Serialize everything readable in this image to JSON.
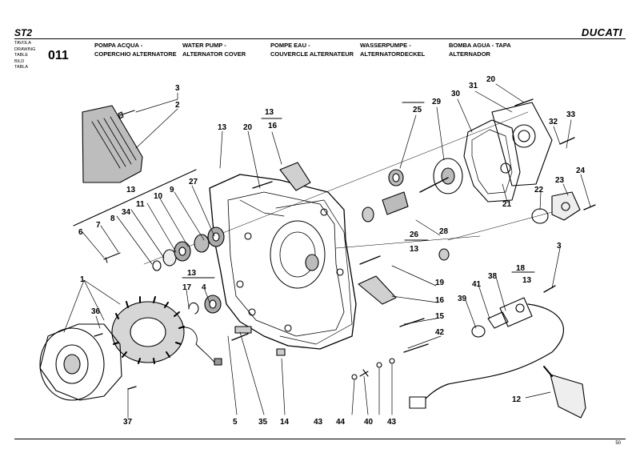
{
  "header": {
    "model": "ST2",
    "brand": "DUCATI",
    "label_lines": [
      "TAVOLA",
      "DRAWING",
      "TABLE",
      "BILD",
      "TABLA"
    ],
    "table_number": "011",
    "titles": [
      "POMPA ACQUA -\nCOPERCHIO ALTERNATORE",
      "WATER PUMP -\nALTERNATOR COVER",
      "POMPE EAU -\nCOUVERCLE ALTERNATEUR",
      "WASSERPUMPE -\nALTERNATORDECKEL",
      "BOMBA AGUA - TAPA\nALTERNADOR"
    ]
  },
  "callouts": [
    "3",
    "2",
    "13",
    "13",
    "16",
    "20",
    "13",
    "25",
    "29",
    "30",
    "31",
    "20",
    "32",
    "33",
    "9",
    "10",
    "11",
    "34",
    "8",
    "7",
    "6",
    "27",
    "13",
    "24",
    "23",
    "22",
    "21",
    "26",
    "13",
    "28",
    "18",
    "13",
    "3",
    "17",
    "4",
    "1",
    "36",
    "37",
    "5",
    "35",
    "14",
    "19",
    "16",
    "15",
    "42",
    "43",
    "44",
    "40",
    "43",
    "39",
    "41",
    "38",
    "12"
  ],
  "footer": {
    "page": "50"
  }
}
